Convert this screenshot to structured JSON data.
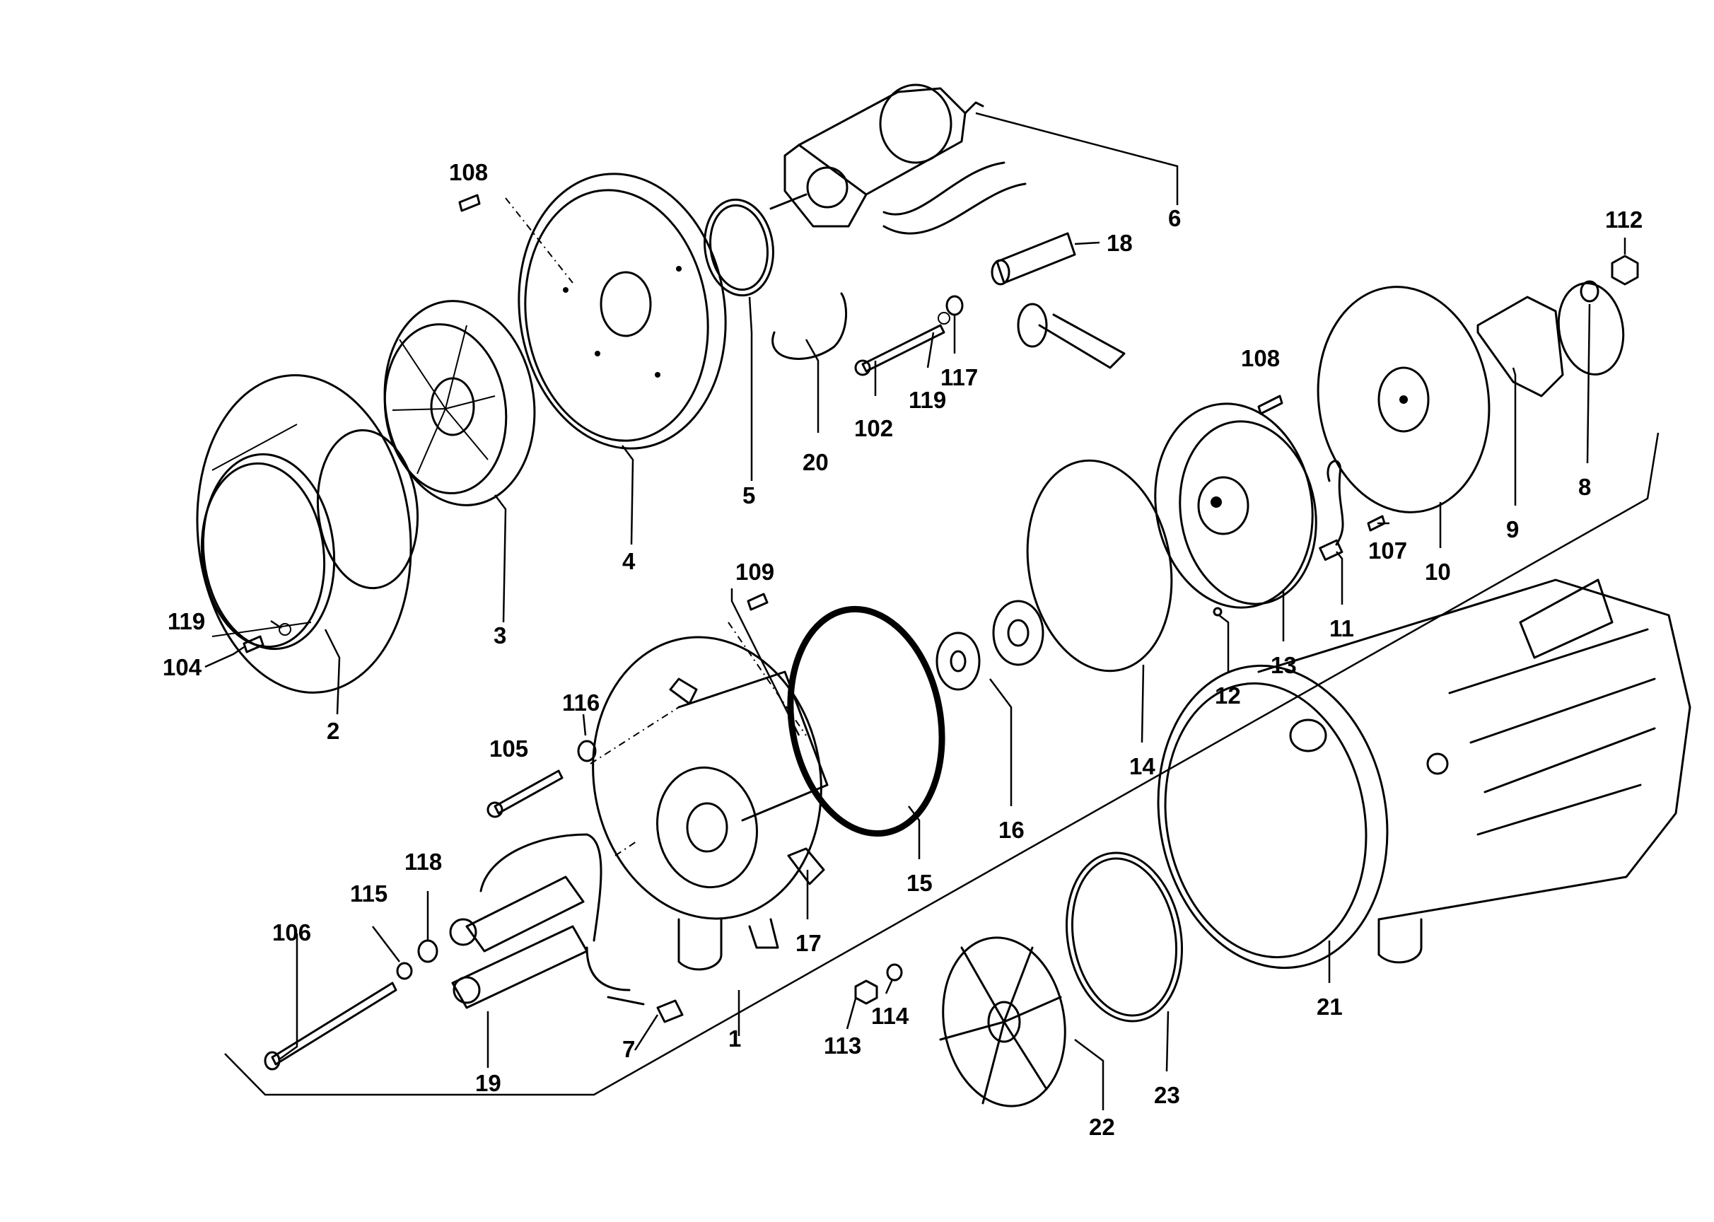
{
  "diagram": {
    "type": "exploded-parts-diagram",
    "labels": [
      {
        "id": "2",
        "text": "2"
      },
      {
        "id": "3",
        "text": "3"
      },
      {
        "id": "4",
        "text": "4"
      },
      {
        "id": "5",
        "text": "5"
      },
      {
        "id": "6",
        "text": "6"
      },
      {
        "id": "18",
        "text": "18"
      },
      {
        "id": "20",
        "text": "20"
      },
      {
        "id": "102",
        "text": "102"
      },
      {
        "id": "119a",
        "text": "119"
      },
      {
        "id": "117",
        "text": "117"
      },
      {
        "id": "108a",
        "text": "108"
      },
      {
        "id": "112",
        "text": "112"
      },
      {
        "id": "8",
        "text": "8"
      },
      {
        "id": "9",
        "text": "9"
      },
      {
        "id": "10",
        "text": "10"
      },
      {
        "id": "108b",
        "text": "108"
      },
      {
        "id": "107",
        "text": "107"
      },
      {
        "id": "11",
        "text": "11"
      },
      {
        "id": "13",
        "text": "13"
      },
      {
        "id": "12",
        "text": "12"
      },
      {
        "id": "14",
        "text": "14"
      },
      {
        "id": "16",
        "text": "16"
      },
      {
        "id": "15",
        "text": "15"
      },
      {
        "id": "109",
        "text": "109"
      },
      {
        "id": "17",
        "text": "17"
      },
      {
        "id": "116",
        "text": "116"
      },
      {
        "id": "105",
        "text": "105"
      },
      {
        "id": "118",
        "text": "118"
      },
      {
        "id": "115",
        "text": "115"
      },
      {
        "id": "106",
        "text": "106"
      },
      {
        "id": "19",
        "text": "19"
      },
      {
        "id": "7",
        "text": "7"
      },
      {
        "id": "1",
        "text": "1"
      },
      {
        "id": "119b",
        "text": "119"
      },
      {
        "id": "104",
        "text": "104"
      },
      {
        "id": "21",
        "text": "21"
      },
      {
        "id": "23",
        "text": "23"
      },
      {
        "id": "22",
        "text": "22"
      },
      {
        "id": "113",
        "text": "113"
      },
      {
        "id": "114",
        "text": "114"
      }
    ]
  }
}
